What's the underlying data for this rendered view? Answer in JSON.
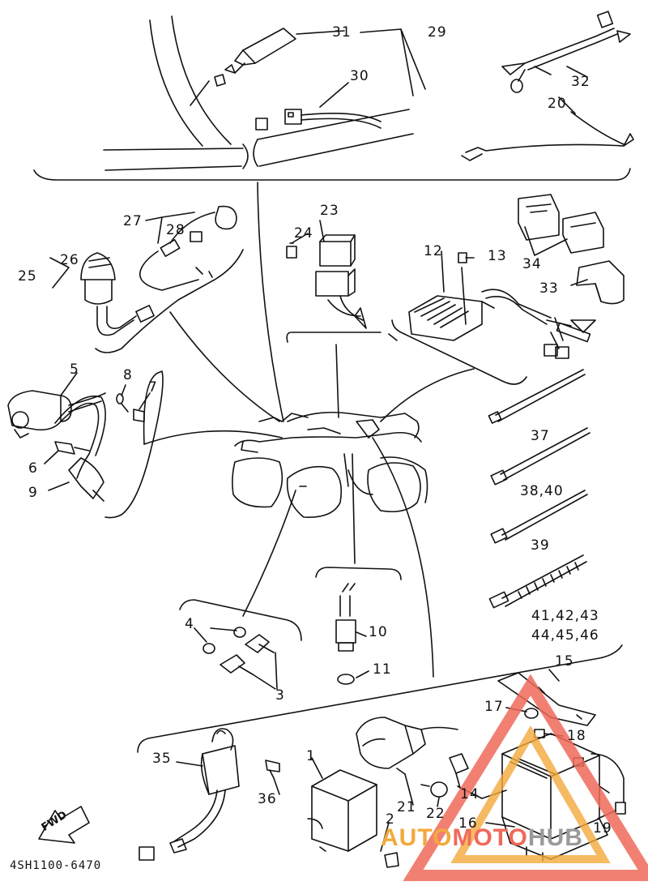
{
  "diagram": {
    "part_code": "4SH1100-6470",
    "fwd_label": "FWD",
    "labels": {
      "l1": "1",
      "l2": "2",
      "l3": "3",
      "l4": "4",
      "l5": "5",
      "l6": "6",
      "l7": "7",
      "l8": "8",
      "l9": "9",
      "l10": "10",
      "l11": "11",
      "l12": "12",
      "l13": "13",
      "l14": "14",
      "l15": "15",
      "l16": "16",
      "l17": "17",
      "l18": "18",
      "l19": "19",
      "l20": "20",
      "l21": "21",
      "l22": "22",
      "l23": "23",
      "l24": "24",
      "l25": "25",
      "l26": "26",
      "l27": "27",
      "l28": "28",
      "l29": "29",
      "l30": "30",
      "l31": "31",
      "l32": "32",
      "l33": "33",
      "l34": "34",
      "l35": "35",
      "l36": "36",
      "l37": "37",
      "l38_40": "38,40",
      "l39": "39",
      "l41_43": "41,42,43",
      "l44_46": "44,45,46"
    }
  },
  "watermark": {
    "part1": "AUTO",
    "part2": "MOTO",
    "part3": "HUB",
    "colors": {
      "outer": "#ef6a5a",
      "inner": "#f2a93b",
      "hub": "#9a9a9a"
    }
  }
}
